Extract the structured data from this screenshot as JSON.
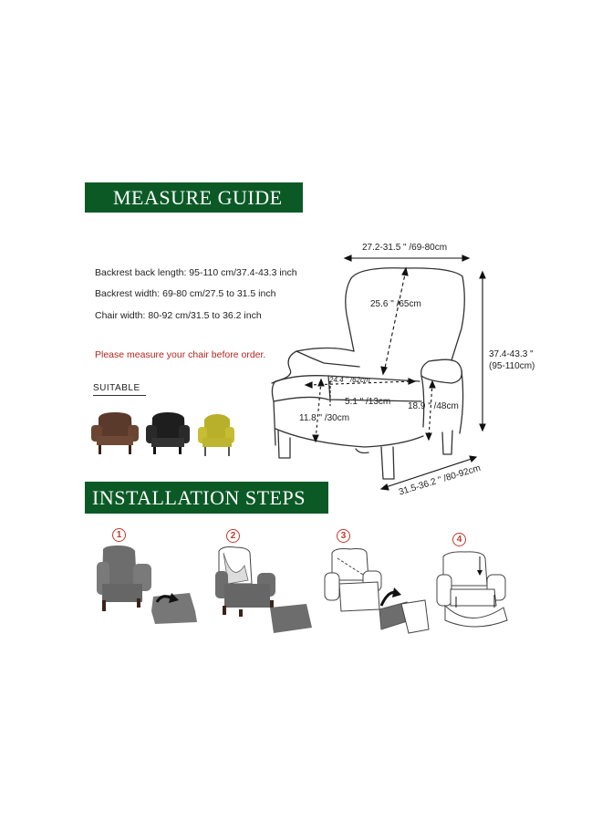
{
  "headings": {
    "measure": "MEASURE GUIDE",
    "install": "INSTALLATION STEPS"
  },
  "specs": [
    "Backrest back length: 95-110 cm/37.4-43.3 inch",
    "Backrest width: 69-80 cm/27.5 to 31.5 inch",
    "Chair width: 80-92 cm/31.5 to 36.2 inch"
  ],
  "warning": "Please measure your chair before order.",
  "suitable_label": "SUITABLE",
  "dimensions": {
    "top_width": "27.2-31.5 \" /69-80cm",
    "back_length": "25.6 \" /65cm",
    "height_right_1": "37.4-43.3 \"",
    "height_right_2": "(95-110cm)",
    "seat_depth": "24.4 \" /62cm",
    "cushion_thickness": "5.1 \" /13cm",
    "seat_height": "18.9 \" /48cm",
    "arm_height": "11.8 \" /30cm",
    "chair_width": "31.5-36.2 \" /80-92cm"
  },
  "steps": [
    "1",
    "2",
    "3",
    "4"
  ],
  "colors": {
    "banner": "#0b5a26",
    "warning": "#b3261e",
    "step_circle": "#c0392b"
  }
}
